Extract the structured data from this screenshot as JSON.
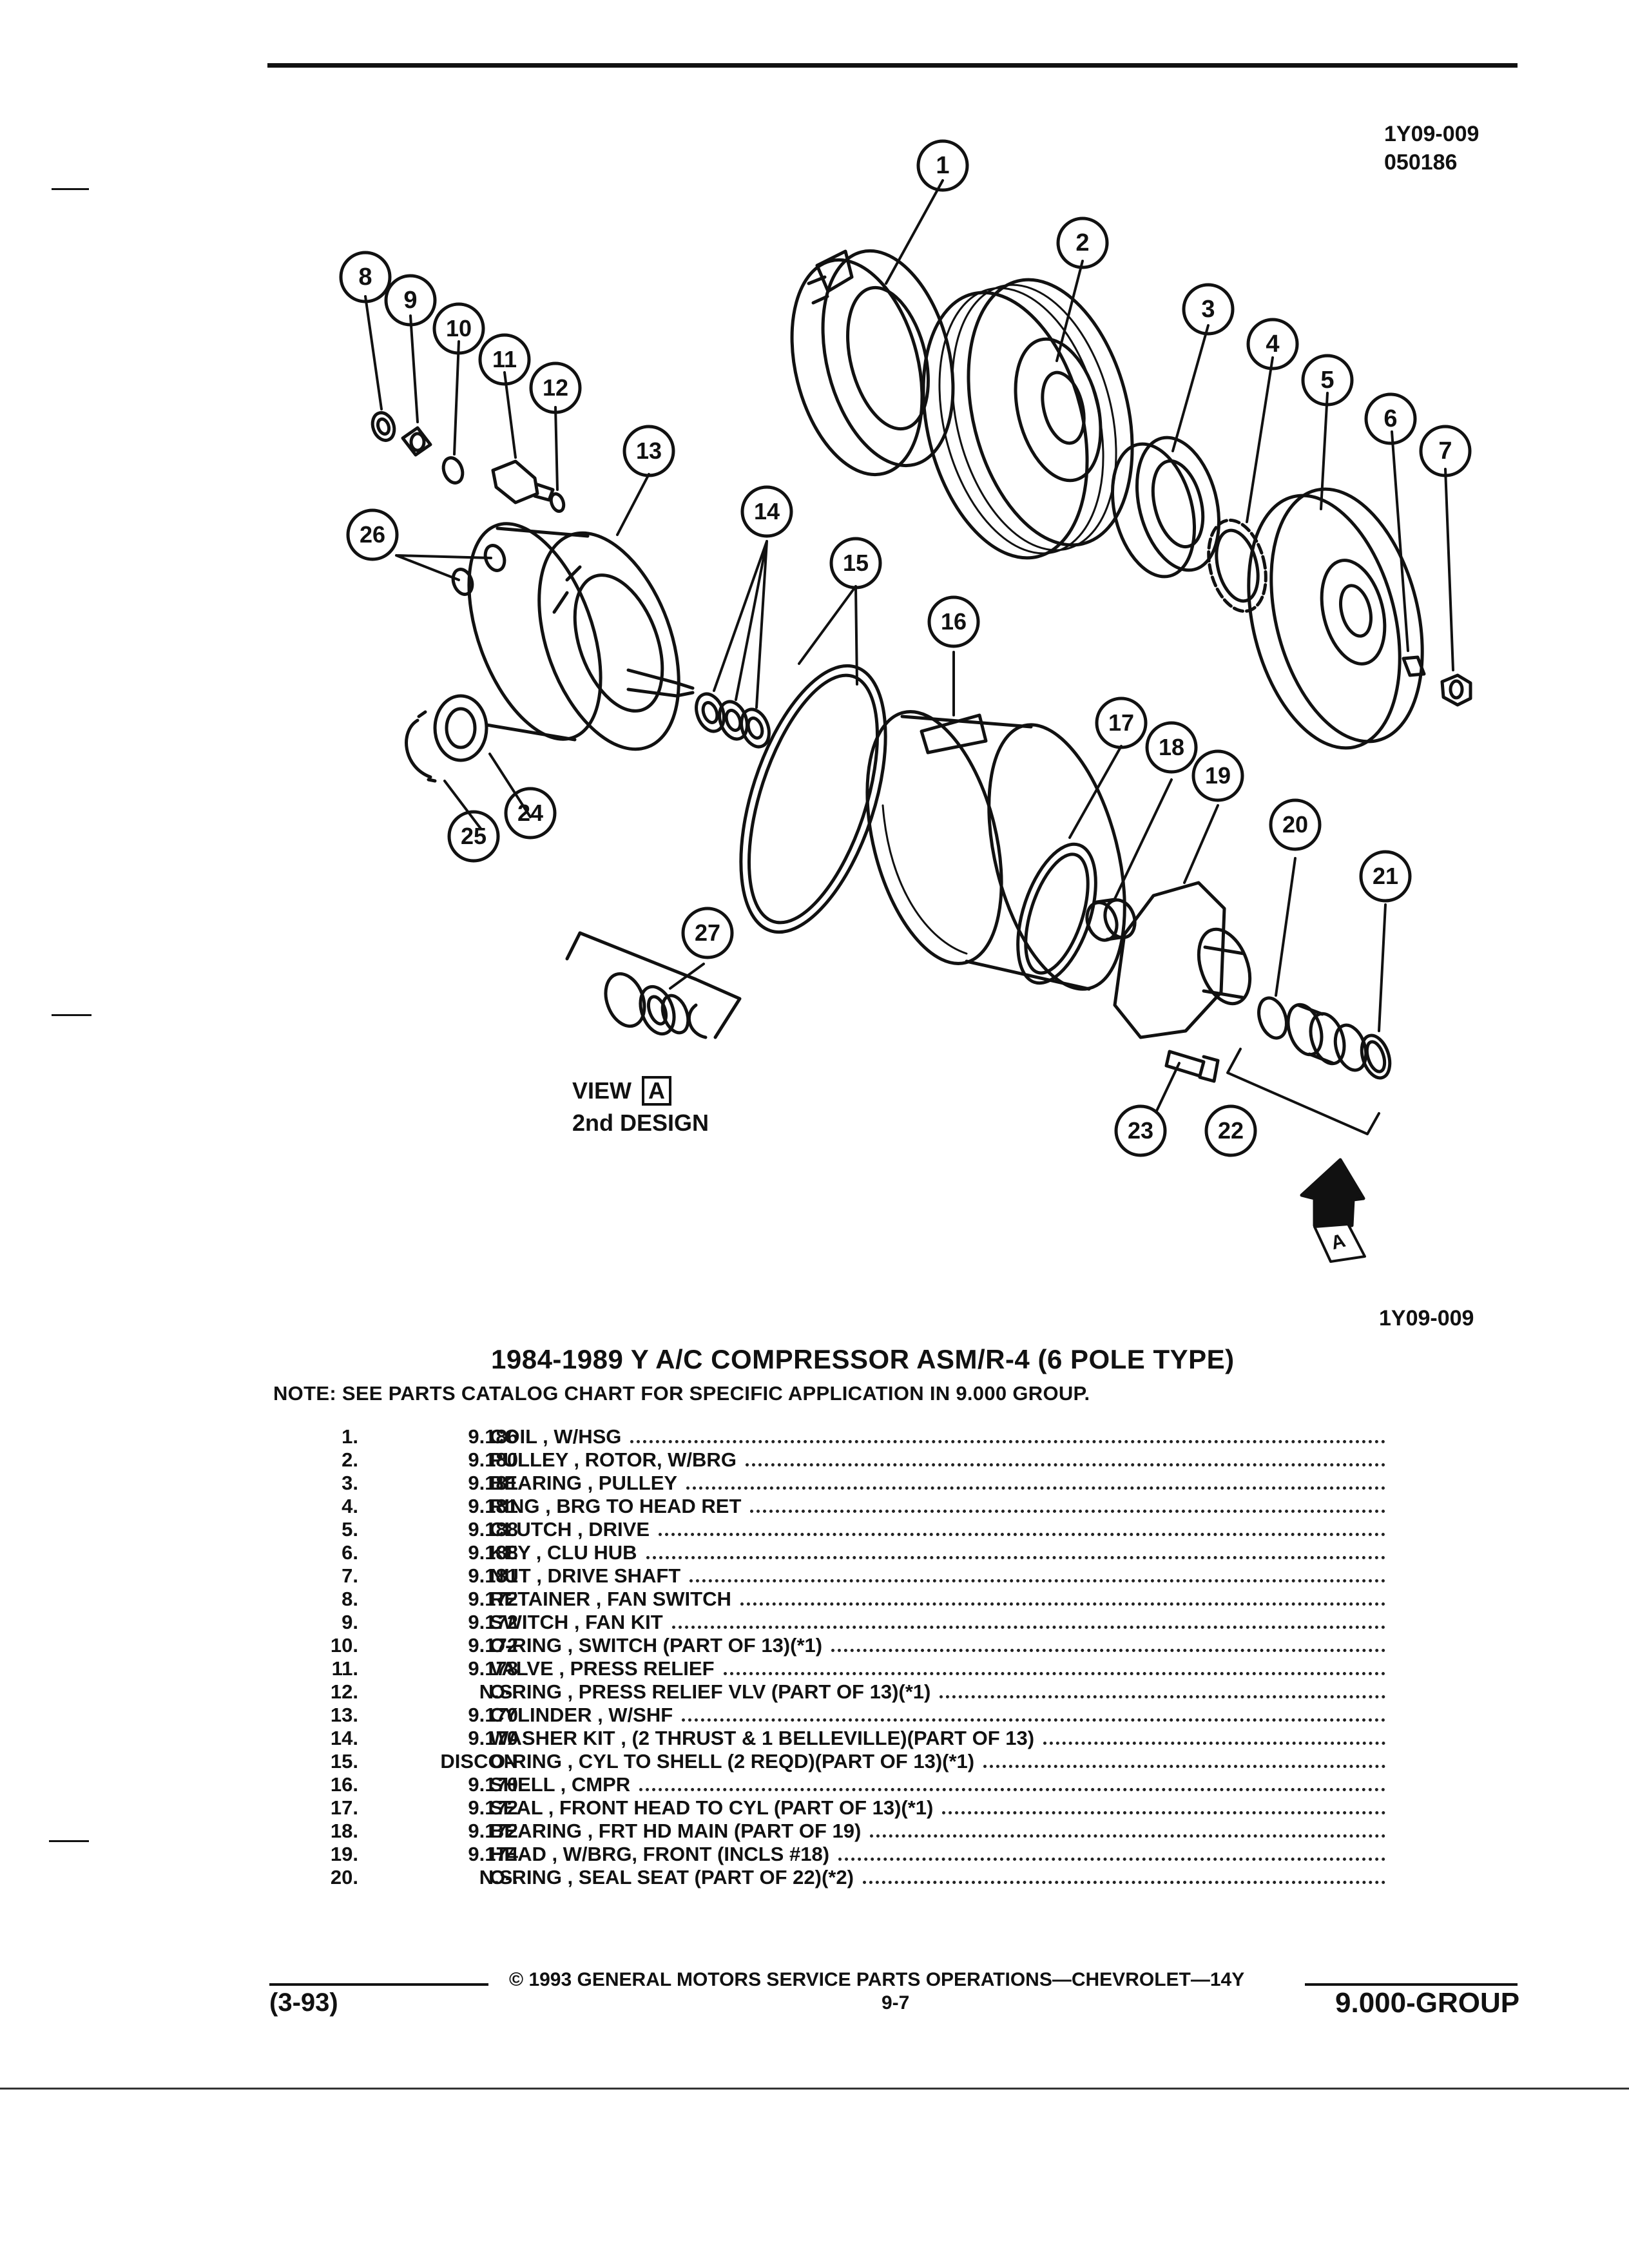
{
  "header": {
    "drawing_id": "1Y09-009",
    "drawing_date": "050186"
  },
  "figure": {
    "callouts": [
      "1",
      "2",
      "3",
      "4",
      "5",
      "6",
      "7",
      "8",
      "9",
      "10",
      "11",
      "12",
      "13",
      "14",
      "15",
      "16",
      "17",
      "18",
      "19",
      "20",
      "21",
      "22",
      "23",
      "24",
      "25",
      "26",
      "27"
    ],
    "view_label": "VIEW",
    "view_letter": "A",
    "view_design": "2nd DESIGN",
    "arrow_letter": "A",
    "drawing_id_bottom": "1Y09-009"
  },
  "title": "1984-1989 Y A/C COMPRESSOR ASM/R-4 (6 POLE TYPE)",
  "note": "NOTE:  SEE PARTS CATALOG CHART FOR SPECIFIC APPLICATION IN 9.000 GROUP.",
  "parts": [
    {
      "num": "1.",
      "group": "9.186",
      "desc": "COIL , W/HSG"
    },
    {
      "num": "2.",
      "group": "9.180",
      "desc": "PULLEY , ROTOR, W/BRG"
    },
    {
      "num": "3.",
      "group": "9.181",
      "desc": "BEARING , PULLEY"
    },
    {
      "num": "4.",
      "group": "9.181",
      "desc": "RING , BRG TO HEAD RET"
    },
    {
      "num": "5.",
      "group": "9.188",
      "desc": "CLUTCH , DRIVE"
    },
    {
      "num": "6.",
      "group": "9.188",
      "desc": "KEY , CLU HUB"
    },
    {
      "num": "7.",
      "group": "9.181",
      "desc": "NUT , DRIVE SHAFT"
    },
    {
      "num": "8.",
      "group": "9.172",
      "desc": "RETAINER , FAN SWITCH"
    },
    {
      "num": "9.",
      "group": "9.172",
      "desc": "SWITCH , FAN KIT"
    },
    {
      "num": "10.",
      "group": "9.172",
      "desc": "O-RING , SWITCH (PART OF 13)(*1)"
    },
    {
      "num": "11.",
      "group": "9.178",
      "desc": "VALVE , PRESS RELIEF"
    },
    {
      "num": "12.",
      "group": "N.S.",
      "desc": "O-RING , PRESS RELIEF VLV (PART OF 13)(*1)"
    },
    {
      "num": "13.",
      "group": "9.170",
      "desc": "CYLINDER , W/SHF"
    },
    {
      "num": "14.",
      "group": "9.170",
      "desc": "WASHER KIT , (2 THRUST & 1 BELLEVILLE)(PART OF 13)"
    },
    {
      "num": "15.",
      "group": "DISCON",
      "desc": "O-RING , CYL TO SHELL (2 REQD)(PART OF 13)(*1)"
    },
    {
      "num": "16.",
      "group": "9.170",
      "desc": "SHELL , CMPR"
    },
    {
      "num": "17.",
      "group": "9.172",
      "desc": "SEAL , FRONT HEAD TO CYL (PART OF 13)(*1)"
    },
    {
      "num": "18.",
      "group": "9.172",
      "desc": "BEARING , FRT HD MAIN (PART OF 19)"
    },
    {
      "num": "19.",
      "group": "9.174",
      "desc": "HEAD , W/BRG, FRONT (INCLS #18)"
    },
    {
      "num": "20.",
      "group": "N.S.",
      "desc": "O-RING , SEAL SEAT (PART OF 22)(*2)"
    }
  ],
  "footer": {
    "copyright": "©  1993  GENERAL MOTORS SERVICE PARTS OPERATIONS—CHEVROLET—14Y",
    "revision": "(3-93)",
    "page": "9-7",
    "group": "9.000-GROUP"
  }
}
